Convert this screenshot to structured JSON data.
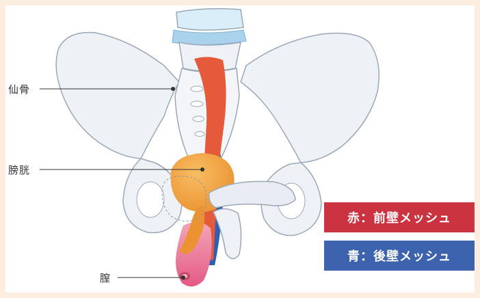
{
  "labels": {
    "sacrum": "仙骨",
    "bladder": "膀胱",
    "vagina": "膣"
  },
  "legend": {
    "anterior": {
      "text": "赤：前壁メッシュ",
      "color": "#cc3340"
    },
    "posterior": {
      "text": "青：後壁メッシュ",
      "color": "#3d62ae"
    }
  },
  "colors": {
    "background": "#fbeee0",
    "bone_fill": "#eef1f6",
    "bone_stroke": "#9aa7b5",
    "anterior_mesh": "#e55a3a",
    "posterior_mesh": "#2f5fb3",
    "bladder": "#f0a039",
    "vagina": "#e26b8a",
    "spine_disc": "#a9d3ec"
  }
}
